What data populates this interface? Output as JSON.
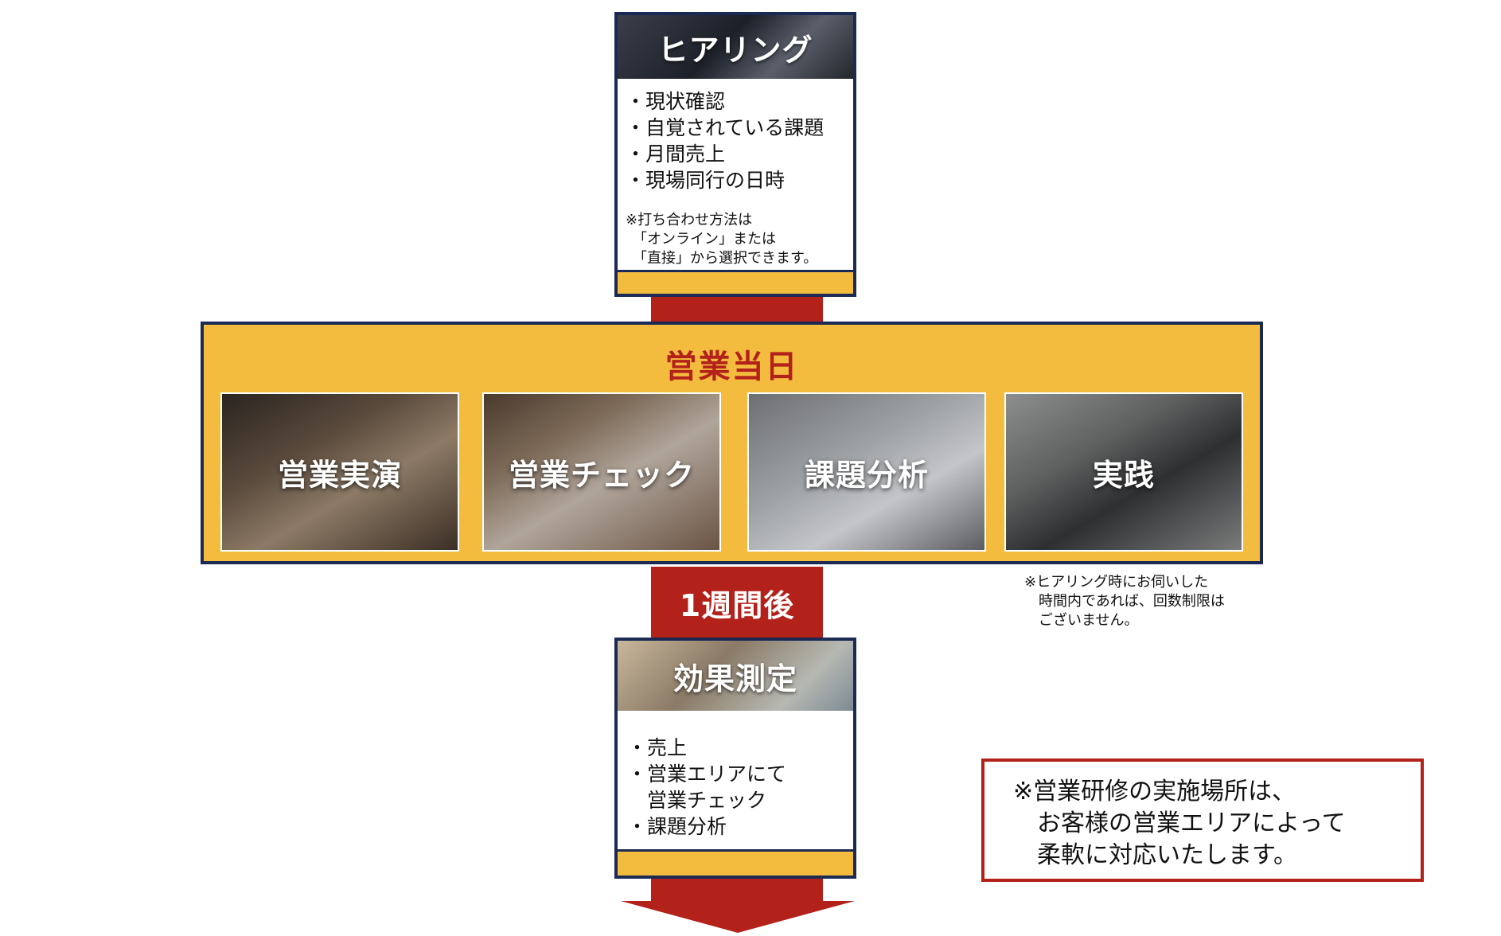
{
  "hearing": {
    "title": "ヒアリング",
    "items": [
      "・現状確認",
      "・自覚されている課題",
      "・月間売上",
      "・現場同行の日時"
    ],
    "note": [
      "※打ち合わせ方法は",
      "　「オンライン」または",
      "　「直接」から選択できます。"
    ]
  },
  "sales_day": {
    "title": "営業当日",
    "tiles": [
      "営業実演",
      "営業チェック",
      "課題分析",
      "実践"
    ],
    "note": [
      "※ヒアリング時にお伺いした",
      "　時間内であれば、回数制限は",
      "　ございません。"
    ]
  },
  "interval_label": "1週間後",
  "measurement": {
    "title": "効果測定",
    "items": [
      "・売上",
      "・営業エリアにて",
      "　営業チェック",
      "・課題分析"
    ]
  },
  "location_note": [
    "※営業研修の実施場所は、",
    "　お客様の営業エリアによって",
    "　柔軟に対応いたします。"
  ],
  "colors": {
    "flow_red": "#b3211b",
    "band_yellow": "#f4bc3f",
    "frame_navy": "#1b2a55"
  }
}
